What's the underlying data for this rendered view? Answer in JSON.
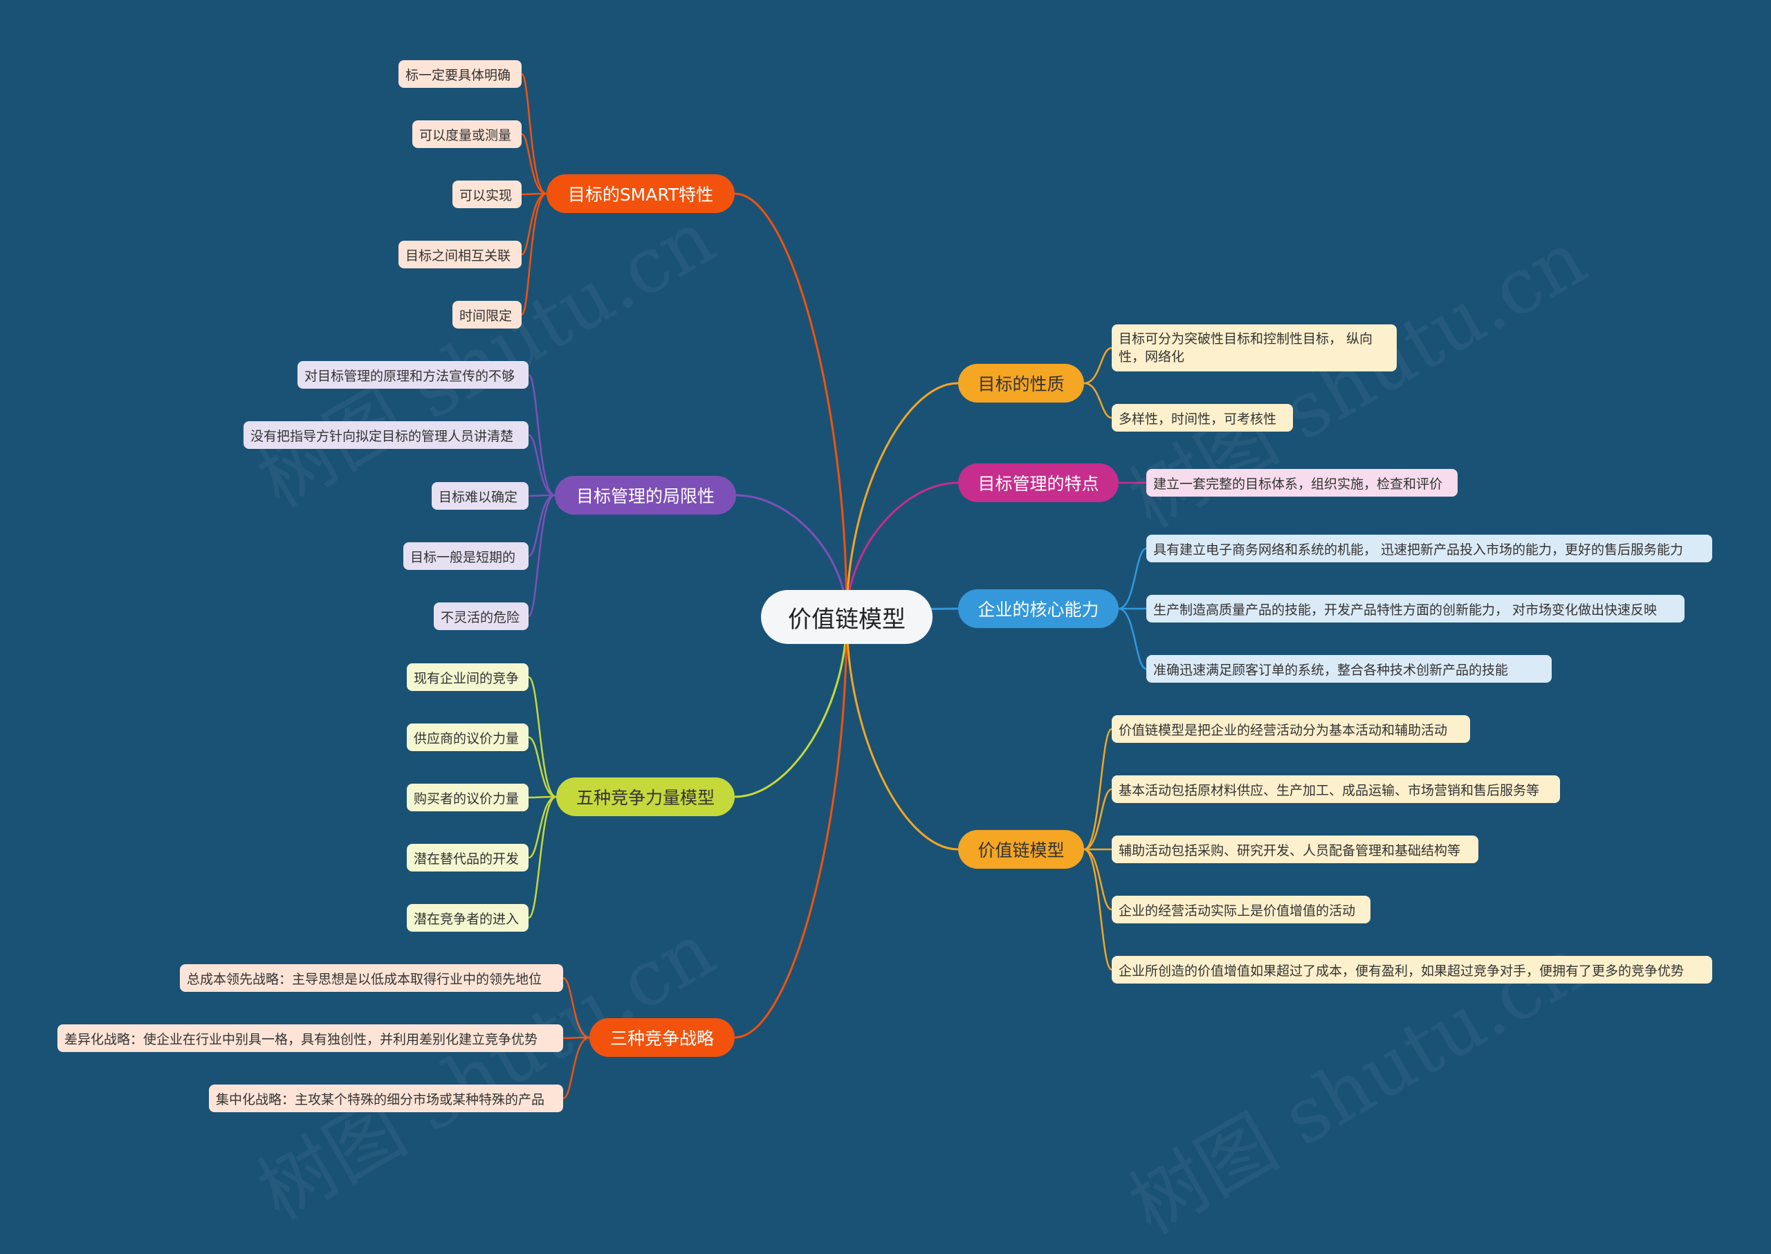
{
  "root": {
    "label": "价值链模型"
  },
  "colors": {
    "background": "#1a5276",
    "smart": "#f2520c",
    "limits": "#7d50b8",
    "five": "#c6d93b",
    "three": "#f2520c",
    "nature": "#f5a623",
    "features": "#c62d8c",
    "core": "#3498db",
    "value": "#f5a623"
  },
  "branches": {
    "smart": {
      "label": "目标的SMART特性",
      "items": [
        "标一定要具体明确",
        "可以度量或测量",
        "可以实现",
        "目标之间相互关联",
        "时间限定"
      ]
    },
    "limits": {
      "label": "目标管理的局限性",
      "items": [
        "对目标管理的原理和方法宣传的不够",
        "没有把指导方针向拟定目标的管理人员讲清楚",
        "目标难以确定",
        "目标一般是短期的",
        "不灵活的危险"
      ]
    },
    "five": {
      "label": "五种竞争力量模型",
      "items": [
        "现有企业间的竞争",
        "供应商的议价力量",
        "购买者的议价力量",
        "潜在替代品的开发",
        "潜在竞争者的进入"
      ]
    },
    "three": {
      "label": "三种竞争战略",
      "items": [
        "总成本领先战略：主导思想是以低成本取得行业中的领先地位",
        "差异化战略：使企业在行业中别具一格，具有独创性，并利用差别化建立竞争优势",
        "集中化战略：主攻某个特殊的细分市场或某种特殊的产品"
      ]
    },
    "nature": {
      "label": "目标的性质",
      "items": [
        "目标可分为突破性目标和控制性目标， 纵向性，网络化",
        "多样性，时间性，可考核性"
      ]
    },
    "features": {
      "label": "目标管理的特点",
      "items": [
        "建立一套完整的目标体系，组织实施，检查和评价"
      ]
    },
    "core": {
      "label": "企业的核心能力",
      "items": [
        "具有建立电子商务网络和系统的机能， 迅速把新产品投入市场的能力，更好的售后服务能力",
        "生产制造高质量产品的技能，开发产品特性方面的创新能力， 对市场变化做出快速反映",
        "准确迅速满足顾客订单的系统，整合各种技术创新产品的技能"
      ]
    },
    "value": {
      "label": "价值链模型",
      "items": [
        "价值链模型是把企业的经营活动分为基本活动和辅助活动",
        "基本活动包括原材料供应、生产加工、成品运输、市场营销和售后服务等",
        "辅助活动包括采购、研究开发、人员配备管理和基础结构等",
        "企业的经营活动实际上是价值增值的活动",
        "企业所创造的价值增值如果超过了成本，便有盈利，如果超过竞争对手，便拥有了更多的竞争优势"
      ]
    }
  },
  "watermark": "树图 shutu.cn"
}
